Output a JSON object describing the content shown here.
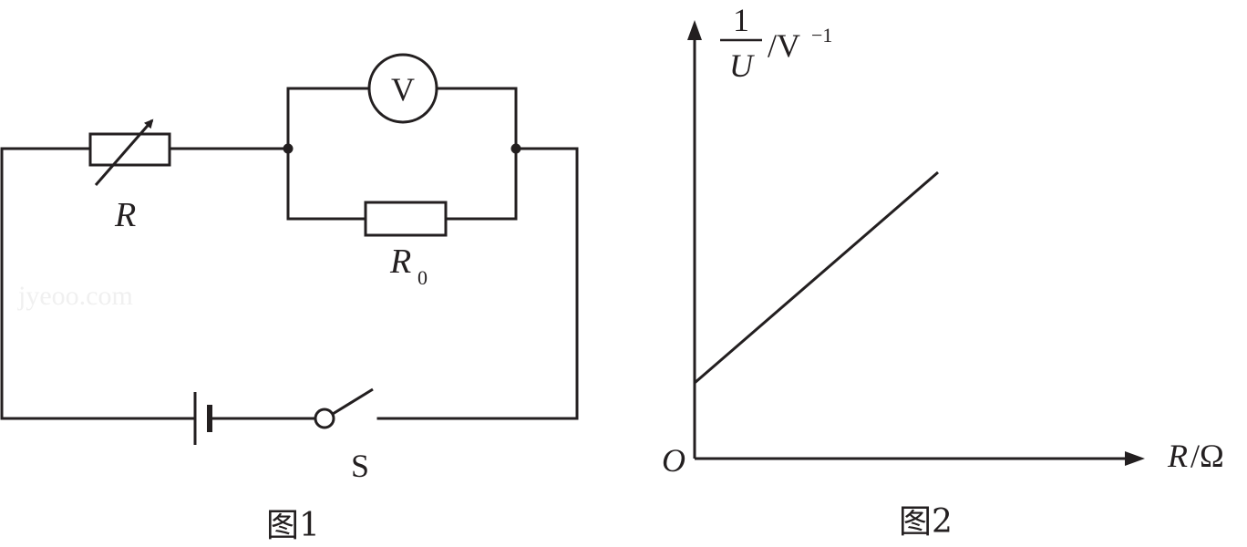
{
  "figure1": {
    "rheostat_label": "R",
    "fixed_resistor_label": "R",
    "fixed_resistor_subscript": "0",
    "voltmeter_label": "V",
    "switch_label": "S",
    "caption": "图1"
  },
  "figure2": {
    "y_axis_numerator": "1",
    "y_axis_denominator": "U",
    "y_axis_unit": "/V",
    "y_axis_unit_exponent": "−1",
    "x_axis_var": "R",
    "x_axis_unit": "/Ω",
    "origin_label": "O",
    "caption": "图2"
  },
  "watermark": "jyeoo.com",
  "colors": {
    "ink": "#231f20"
  }
}
